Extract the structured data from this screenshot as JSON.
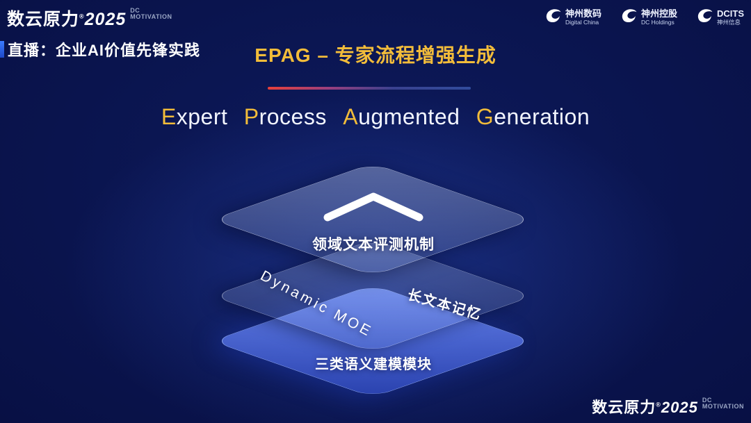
{
  "colors": {
    "accent_gold": "#f2bc3a",
    "bottom_layer_blue": "#5b7cf0",
    "background_navy": "#081044"
  },
  "top_left_logo": {
    "brand": "数云原力",
    "reg": "®",
    "year": "2025",
    "dc": "DC",
    "motivation": "MOTIVATION"
  },
  "live_banner": {
    "text": "直播：企业AI价值先锋实践"
  },
  "header": {
    "title": "EPAG – 专家流程增强生成",
    "subtitle_words": [
      {
        "head": "E",
        "tail": "xpert"
      },
      {
        "head": "P",
        "tail": "rocess"
      },
      {
        "head": "A",
        "tail": "ugmented"
      },
      {
        "head": "G",
        "tail": "eneration"
      }
    ]
  },
  "partners": [
    {
      "name": "神州数码",
      "subtitle": "Digital China"
    },
    {
      "name": "神州控股",
      "subtitle": "DC Holdings"
    },
    {
      "name": "DCITS",
      "subtitle": "神州信息"
    }
  ],
  "diagram": {
    "layers": [
      {
        "id": "top",
        "label": "领域文本评测机制"
      },
      {
        "id": "middle",
        "label_left": "Dynamic MOE",
        "label_right": "长文本记忆"
      },
      {
        "id": "bottom",
        "label": "三类语义建模模块"
      }
    ]
  },
  "bottom_right_logo": {
    "brand": "数云原力",
    "reg": "®",
    "year": "2025",
    "dc": "DC",
    "motivation": "MOTIVATION"
  }
}
